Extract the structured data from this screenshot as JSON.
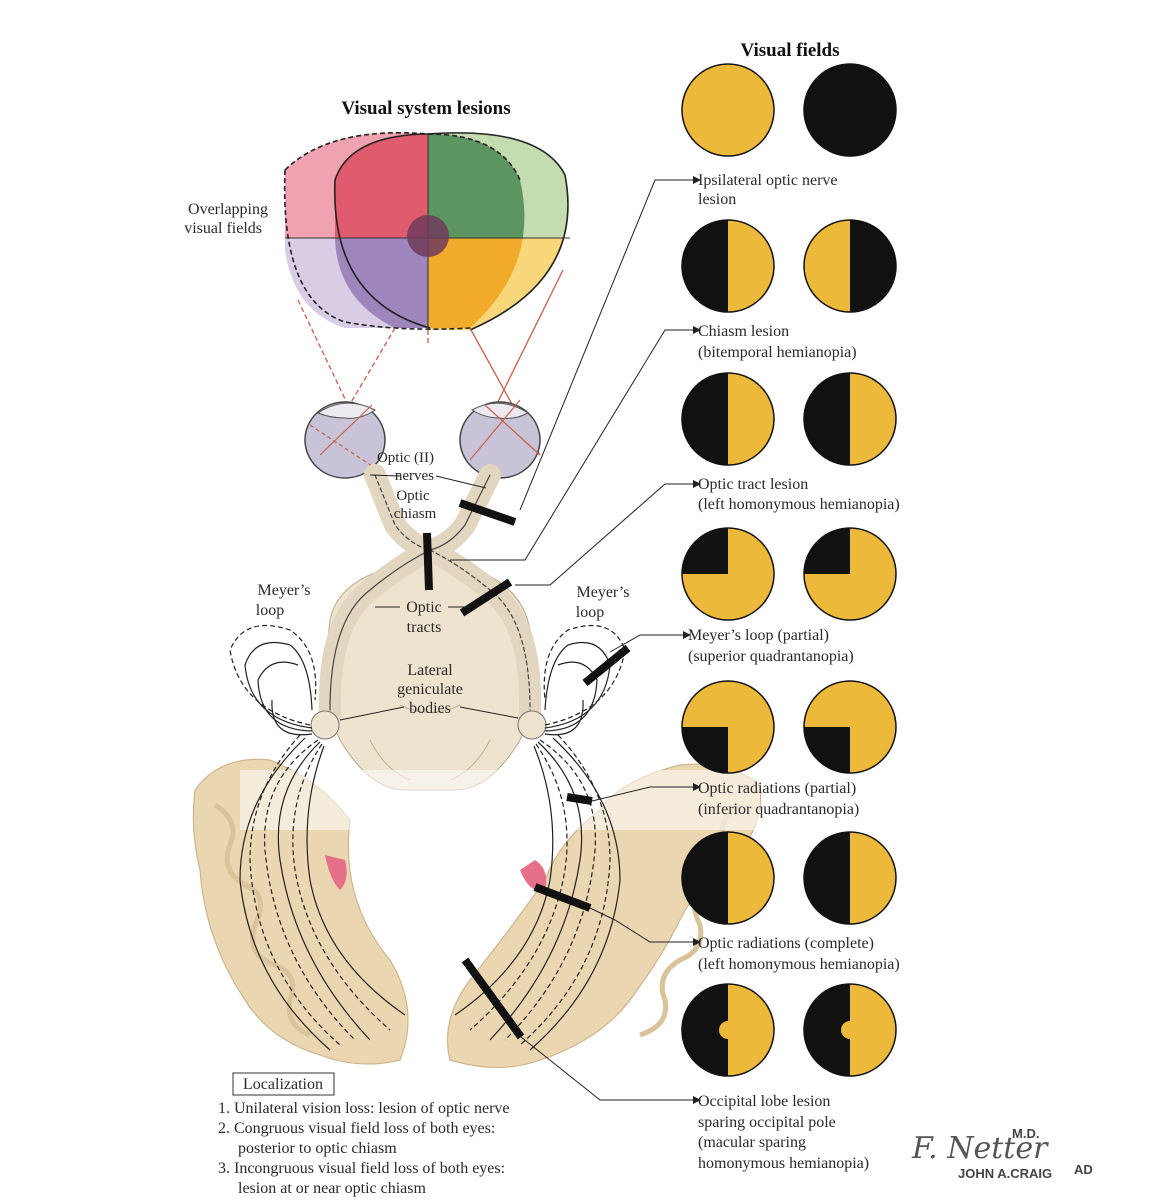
{
  "titles": {
    "main": "Visual system lesions",
    "fields": "Visual fields"
  },
  "overlap": {
    "label_line1": "Overlapping",
    "label_line2": "visual fields"
  },
  "anatomy": {
    "optic_nerves_1": "Optic (II)",
    "optic_nerves_2": "nerves",
    "optic_chiasm_1": "Optic",
    "optic_chiasm_2": "chiasm",
    "optic_tracts_1": "Optic",
    "optic_tracts_2": "tracts",
    "lgb_1": "Lateral",
    "lgb_2": "geniculate",
    "lgb_3": "bodies",
    "meyer_left_1": "Meyer’s",
    "meyer_left_2": "loop",
    "meyer_right_1": "Meyer’s",
    "meyer_right_2": "loop"
  },
  "lesions": [
    {
      "line1": "Ipsilateral optic nerve",
      "line2": "lesion",
      "line3": "",
      "line4": ""
    },
    {
      "line1": "Chiasm lesion",
      "line2": "(bitemporal hemianopia)",
      "line3": "",
      "line4": ""
    },
    {
      "line1": "Optic tract lesion",
      "line2": "(left homonymous hemianopia)",
      "line3": "",
      "line4": ""
    },
    {
      "line1": "Meyer’s loop (partial)",
      "line2": "(superior quadrantanopia)",
      "line3": "",
      "line4": ""
    },
    {
      "line1": "Optic radiations (partial)",
      "line2": "(inferior quadrantanopia)",
      "line3": "",
      "line4": ""
    },
    {
      "line1": "Optic radiations (complete)",
      "line2": "(left homonymous hemianopia)",
      "line3": "",
      "line4": ""
    },
    {
      "line1": "Occipital lobe lesion",
      "line2": "sparing occipital pole",
      "line3": "(macular sparing",
      "line4": "homonymous hemianopia)"
    }
  ],
  "localization": {
    "title": "Localization",
    "item1": "1. Unilateral vision loss: lesion of optic nerve",
    "item2a": "2. Congruous visual field loss of both eyes:",
    "item2b": "posterior to optic chiasm",
    "item3a": "3. Incongruous visual field loss of both eyes:",
    "item3b": "lesion at or near optic chiasm"
  },
  "signature": {
    "netter": "F. Netter",
    "netter_md": "M.D.",
    "craig": "JOHN A.CRAIG",
    "craig_md": "AD"
  },
  "colors": {
    "field_yellow": "#EDB93B",
    "field_black": "#111111",
    "upper_left": "#E05B6E",
    "upper_right": "#5C9562",
    "lower_left": "#9E86BC",
    "lower_right": "#F2AA2A",
    "brain_tan": "#EAD6B0"
  }
}
